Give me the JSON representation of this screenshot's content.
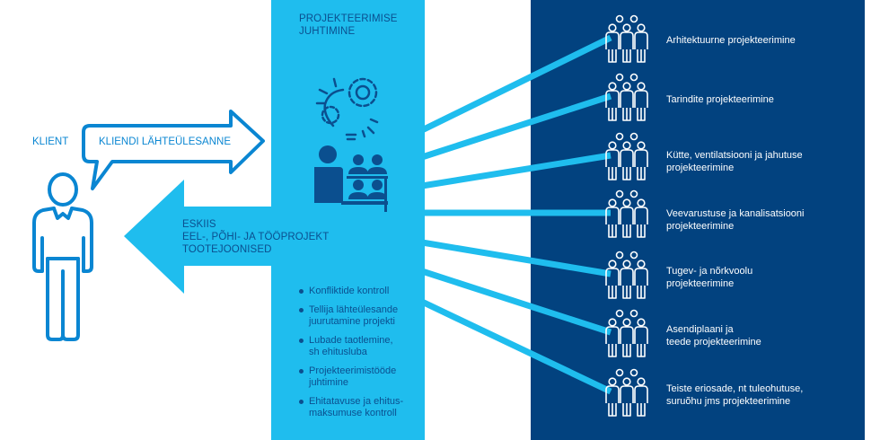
{
  "client": {
    "label": "KLIENT",
    "request_arrow_label": "KLIENDI LÄHTEÜLESANNE",
    "deliverables": [
      "ESKIIS",
      "EEL-, PÕHI- JA TÖÖPROJEKT",
      "TOOTEJOONISED"
    ]
  },
  "management": {
    "title_lines": [
      "PROJEKTEERIMISE",
      "JUHTIMINE"
    ],
    "icon": "lightbulb-gears-team-icon",
    "tasks": [
      [
        "Konfliktide kontroll"
      ],
      [
        "Tellija lähteülesande",
        "juurutamine projekti"
      ],
      [
        "Lubade taotlemine,",
        "sh ehitusluba"
      ],
      [
        "Projekteerimistööde",
        "juhtimine"
      ],
      [
        "Ehitatavuse ja ehitus-",
        "maksumuse kontroll"
      ]
    ]
  },
  "specialties": [
    {
      "lines": [
        "Arhitektuurne projekteerimine"
      ],
      "icon": "team-icon"
    },
    {
      "lines": [
        "Tarindite projekteerimine"
      ],
      "icon": "team-icon"
    },
    {
      "lines": [
        "Kütte, ventilatsiooni ja jahutuse",
        "projekteerimine"
      ],
      "icon": "team-icon"
    },
    {
      "lines": [
        "Veevarustuse ja kanalisatsiooni",
        "projekteerimine"
      ],
      "icon": "team-icon"
    },
    {
      "lines": [
        "Tugev- ja nõrkvoolu",
        "projekteerimine"
      ],
      "icon": "team-icon"
    },
    {
      "lines": [
        "Asendiplaani ja",
        "teede projekteerimine"
      ],
      "icon": "team-icon"
    },
    {
      "lines": [
        "Teiste eriosade, nt tuleohutuse,",
        "suruõhu jms projekteerimine"
      ],
      "icon": "team-icon"
    }
  ],
  "colors": {
    "light_blue": "#1fbdee",
    "navy": "#02427f",
    "outline_blue": "#0a86d2",
    "dark_text": "#0b4f8f",
    "white": "#ffffff"
  }
}
